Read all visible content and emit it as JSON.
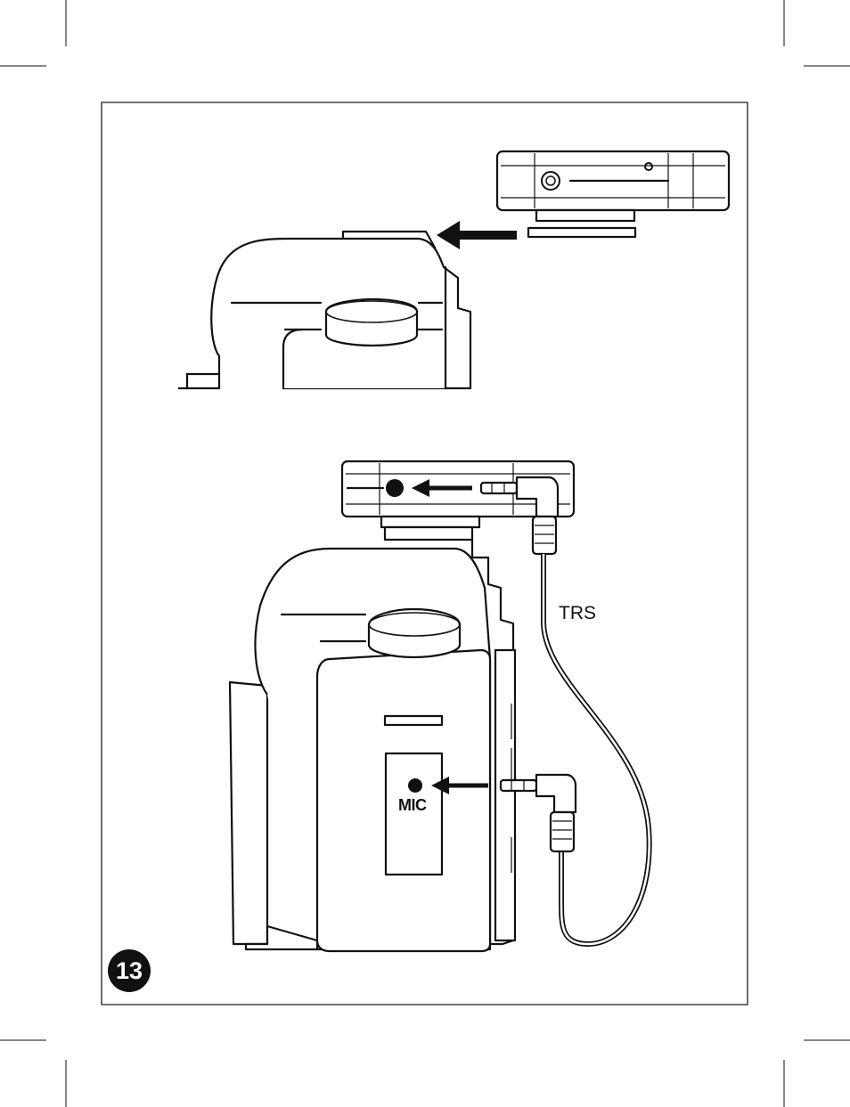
{
  "figure": {
    "number": "13",
    "cable_label": "TRS",
    "port_label": "MIC"
  },
  "icons": {
    "arrow": "arrow-left-icon",
    "jack": "right-angle-35mm-plug-icon"
  }
}
